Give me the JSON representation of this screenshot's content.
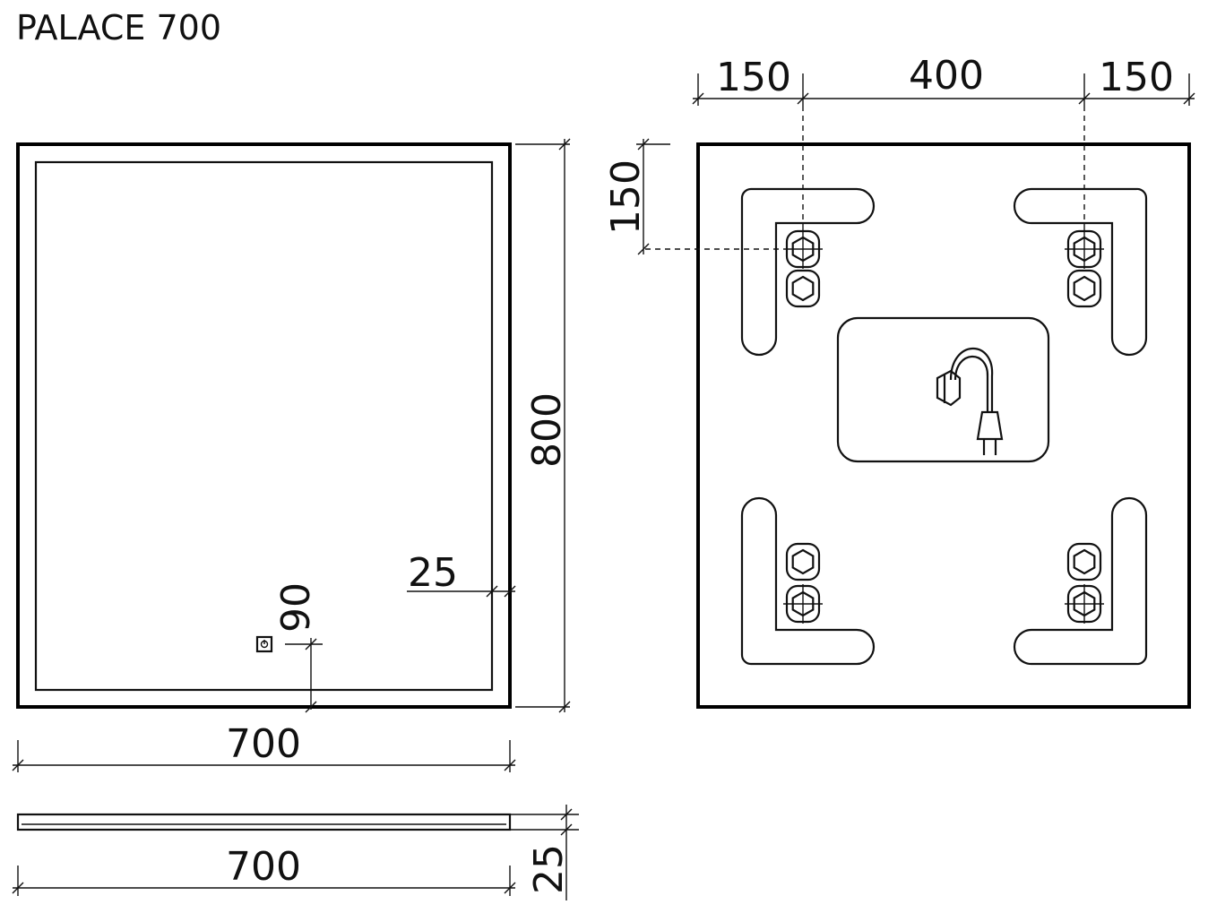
{
  "title": "PALACE 700",
  "front_view": {
    "width_label": "700",
    "height_label": "800",
    "border_label": "25",
    "switch_offset_label": "90"
  },
  "side_view": {
    "width_label": "700",
    "depth_label": "25"
  },
  "back_view": {
    "left_spacing_label": "150",
    "center_spacing_label": "400",
    "right_spacing_label": "150",
    "top_offset_label": "150"
  }
}
